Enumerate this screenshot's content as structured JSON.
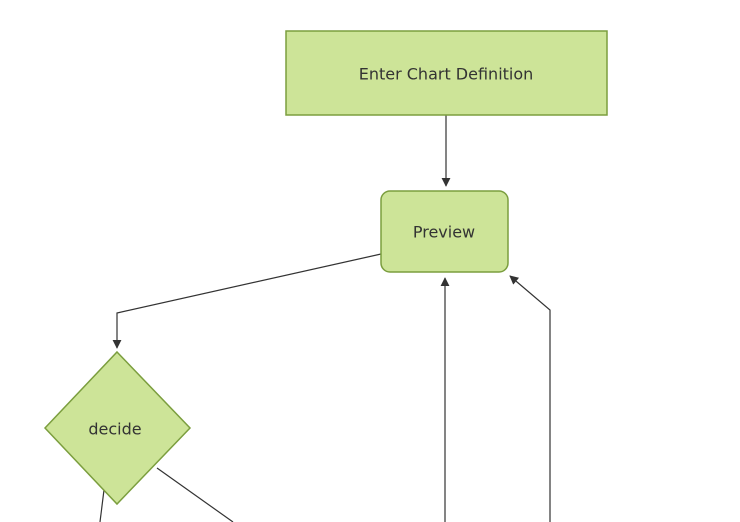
{
  "diagram": {
    "type": "flowchart",
    "colors": {
      "background": "#ffffff",
      "node_fill": "#cde498",
      "node_border": "#7b9e3e",
      "edge": "#333333",
      "text": "#333333"
    },
    "nodes": [
      {
        "id": "enter-chart-definition",
        "label": "Enter Chart Definition",
        "shape": "rectangle"
      },
      {
        "id": "preview",
        "label": "Preview",
        "shape": "rounded-rectangle"
      },
      {
        "id": "decide",
        "label": "decide",
        "shape": "diamond"
      }
    ],
    "edges": [
      {
        "from": "enter-chart-definition",
        "to": "preview"
      },
      {
        "from": "preview",
        "to": "decide"
      },
      {
        "from": "offscreen-bottom",
        "to": "preview"
      },
      {
        "from": "offscreen-bottom-right",
        "to": "preview"
      },
      {
        "from": "decide",
        "to": "offscreen-bottom-left"
      },
      {
        "from": "decide",
        "to": "offscreen-bottom-right"
      }
    ]
  }
}
